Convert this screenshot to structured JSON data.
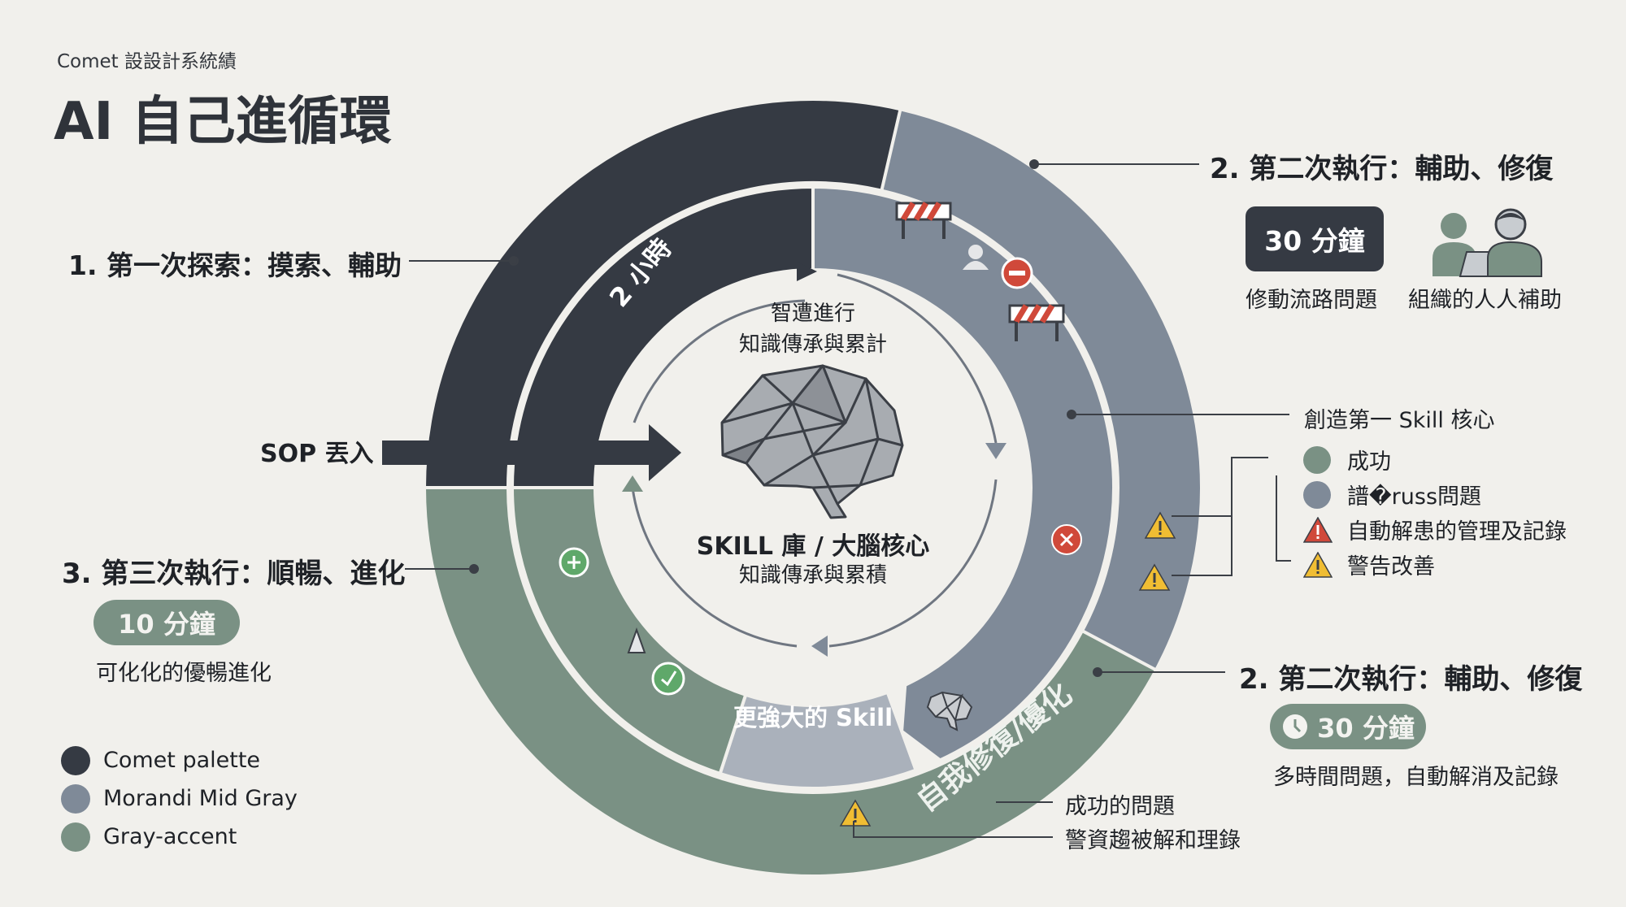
{
  "header": {
    "subtitle": "Comet 設設計系統績",
    "title": "AI 自己進循環"
  },
  "colors": {
    "dark": "#353a43",
    "mid_gray": "#7f8a98",
    "light_gray": "#aab1bb",
    "green": "#7a9184",
    "pale_green": "#b7c4ba",
    "bg": "#f1f0ec",
    "red": "#d0493a",
    "yellow": "#f0bd33"
  },
  "stage1": {
    "heading": "1. 第一次探索：摸索、輔助",
    "ring_label": "2 小時"
  },
  "stage2_top": {
    "heading": "2. 第二次執行：輔助、修復",
    "time_badge": "30 分鐘",
    "caption_left": "修動流路問題",
    "caption_right": "組織的人人補助",
    "core_label": "創造第一 Skill 核心",
    "legend": [
      {
        "icon": "green-dot",
        "label": "成功"
      },
      {
        "icon": "gray-dot",
        "label": "譜�russ問題"
      },
      {
        "icon": "red-warning-icon",
        "label": "自動解患的管理及記錄"
      },
      {
        "icon": "yellow-warning-icon",
        "label": "警告改善"
      }
    ]
  },
  "sop": {
    "label": "SOP 丟入"
  },
  "stage3": {
    "heading": "3. 第三次執行：順暢、進化",
    "time_badge": "10 分鐘",
    "caption": "可化化的優暢進化"
  },
  "center": {
    "top_line1": "智遭進行",
    "top_line2": "知識傳承與累計",
    "title": "SKILL 庫 / 大腦核心",
    "subtitle": "知識傳承與累積"
  },
  "inner_ring": {
    "bottom_label": "更強大的 Skill"
  },
  "outer_ring": {
    "bottom_label": "自我修復/優化"
  },
  "stage2_bottom": {
    "heading": "2. 第二次執行：輔助、修復",
    "time_badge": "30 分鐘",
    "caption": "多時間問題，自動解消及記錄",
    "note1": "成功的問題",
    "note2": "警資趨被解和理錄"
  },
  "palette_legend": [
    {
      "label": "Comet palette",
      "color": "#353a43"
    },
    {
      "label": "Morandi Mid Gray",
      "color": "#7f8a98"
    },
    {
      "label": "Gray-accent",
      "color": "#7a9184"
    }
  ]
}
